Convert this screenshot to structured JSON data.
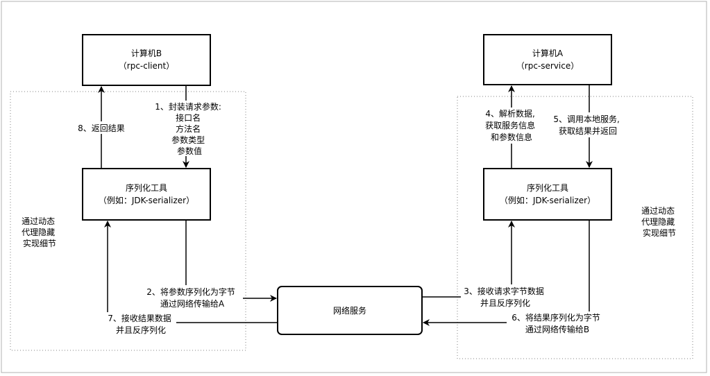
{
  "computer_b": {
    "title": "计算机B",
    "subtitle": "（rpc-client）"
  },
  "computer_a": {
    "title": "计算机A",
    "subtitle": "（rpc-service）"
  },
  "serializer_left": {
    "title": "序列化工具",
    "subtitle": "（例如：JDK-serializer）"
  },
  "serializer_right": {
    "title": "序列化工具",
    "subtitle": "（例如：JDK-serializer）"
  },
  "network": {
    "label": "网络服务"
  },
  "side_notes": {
    "left": [
      "通过动态",
      "代理隐藏",
      "实现细节"
    ],
    "right": [
      "通过动态",
      "代理隐藏",
      "实现细节"
    ]
  },
  "steps": {
    "step1": [
      "1、封装请求参数:",
      "接口名",
      "方法名",
      "参数类型",
      "参数值"
    ],
    "step2": [
      "2、将参数序列化为字节",
      "通过网络传输给A"
    ],
    "step3": [
      "3、接收请求字节数据",
      "并且反序列化"
    ],
    "step4": [
      "4、解析数据,",
      "获取服务信息",
      "和参数信息"
    ],
    "step5": [
      "5、调用本地服务,",
      "获取结果并返回"
    ],
    "step6": [
      "6、将结果序列化为字节",
      "通过网络传输给B"
    ],
    "step7": [
      "7、接收结果数据",
      "并且反序列化"
    ],
    "step8": [
      "8、返回结果"
    ]
  },
  "colors": {
    "border": "#000000",
    "dotted": "#808080",
    "note": "#3d8fd6",
    "frame": "#b0b0b0"
  }
}
